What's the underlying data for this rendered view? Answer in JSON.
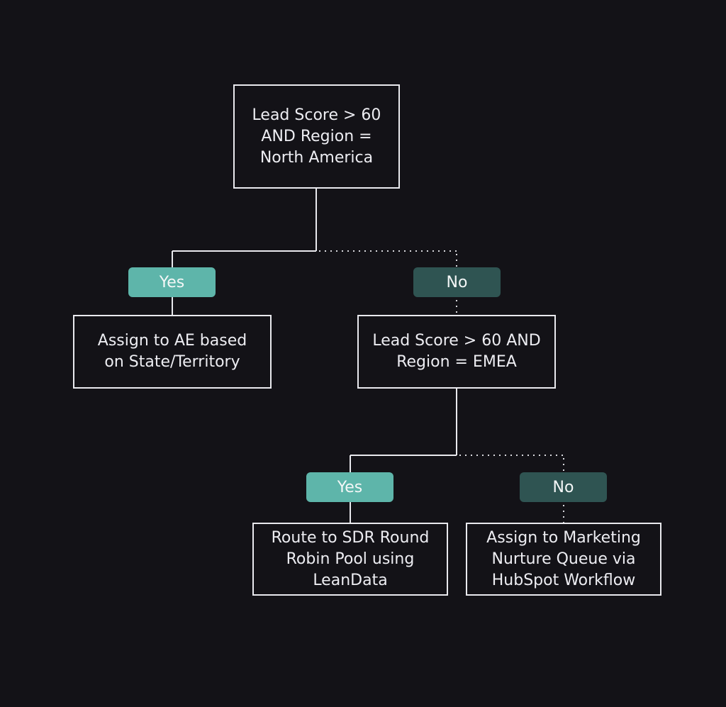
{
  "nodes": {
    "root": {
      "text": "Lead Score > 60\nAND Region =\nNorth America"
    },
    "assign_ae": {
      "text": "Assign to AE based\non State/Territory"
    },
    "emea_check": {
      "text": "Lead Score > 60 AND\nRegion = EMEA"
    },
    "sdr_pool": {
      "text": "Route to SDR Round\nRobin Pool using\nLeanData"
    },
    "nurture": {
      "text": "Assign to Marketing\nNurture Queue via\nHubSpot Workflow"
    }
  },
  "branches": {
    "root_yes": {
      "label": "Yes"
    },
    "root_no": {
      "label": "No"
    },
    "emea_yes": {
      "label": "Yes"
    },
    "emea_no": {
      "label": "No"
    }
  },
  "colors": {
    "background": "#131217",
    "stroke": "#e9e9ee",
    "yes_pill": "#5eb5aa",
    "no_pill": "#2f5452"
  }
}
